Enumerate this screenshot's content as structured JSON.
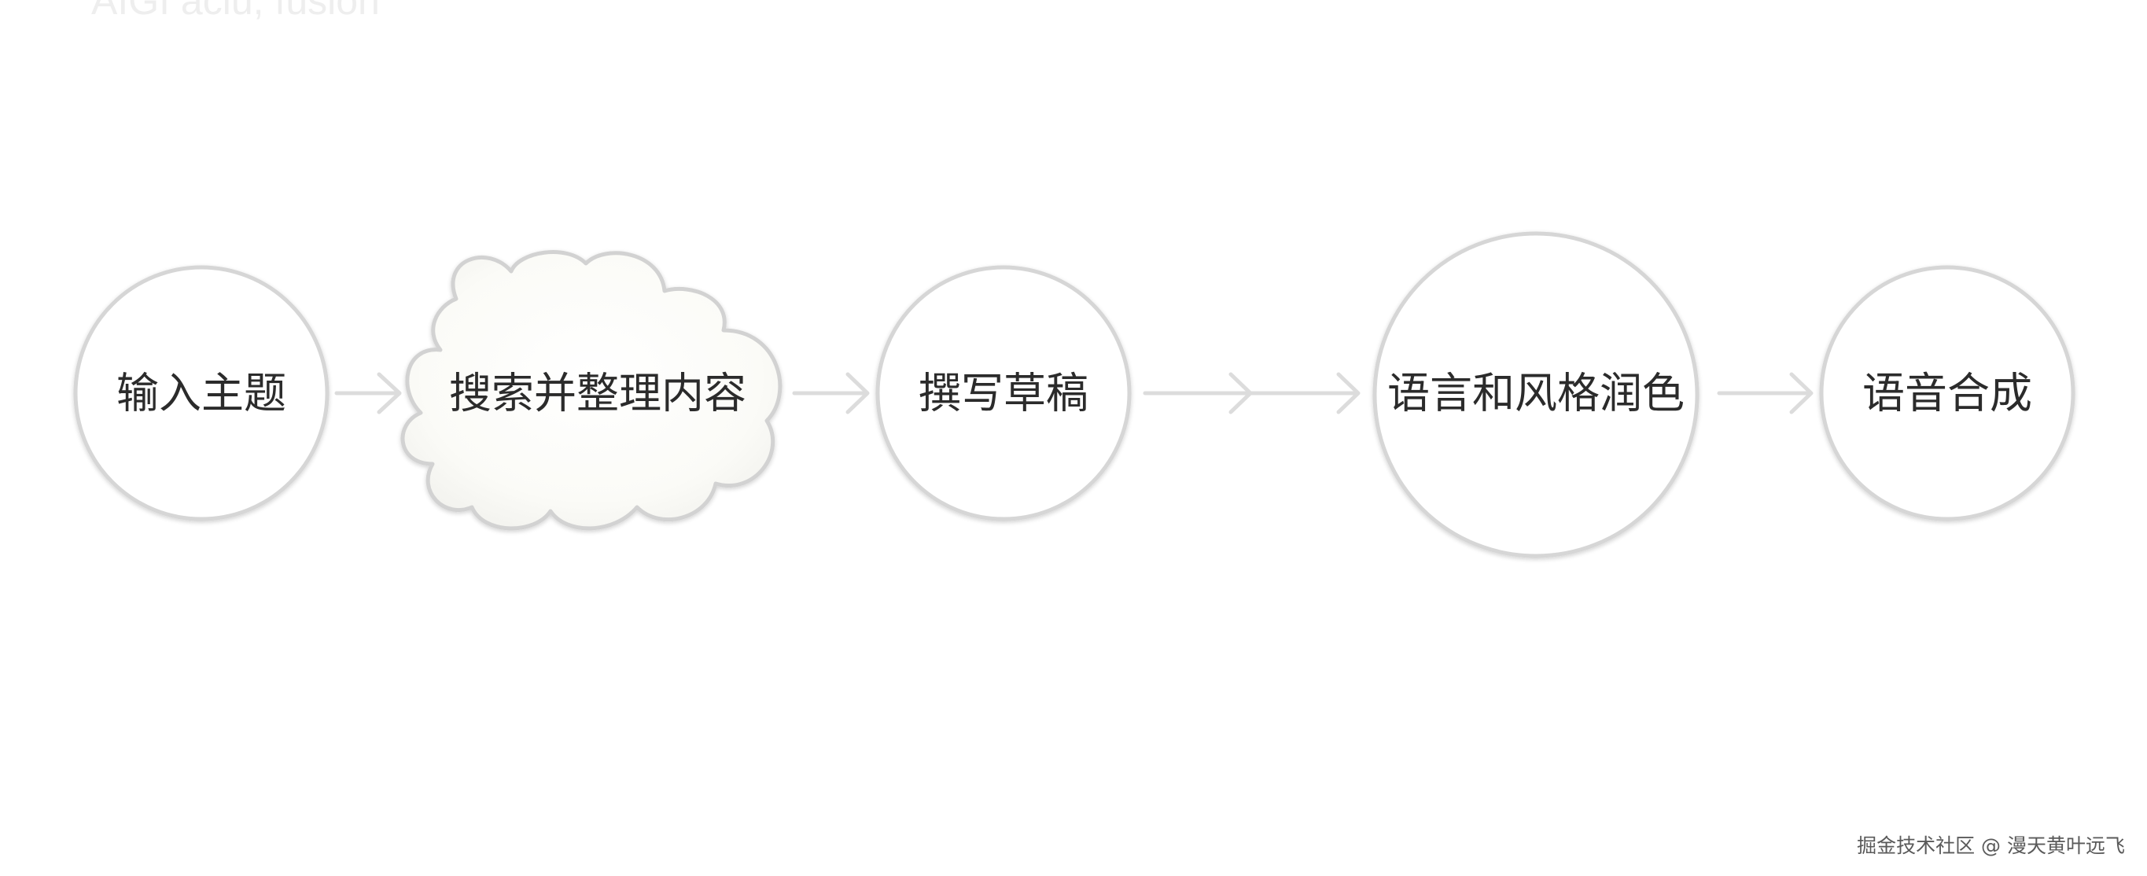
{
  "header": {
    "faded_text": "AIGI aciu, fusion"
  },
  "diagram": {
    "nodes": [
      {
        "id": "n1",
        "label": "输入主题",
        "shape": "circle"
      },
      {
        "id": "n2",
        "label": "搜索并整理内容",
        "shape": "cloud"
      },
      {
        "id": "n3",
        "label": "撰写草稿",
        "shape": "circle"
      },
      {
        "id": "n4",
        "label": "语言和风格润色",
        "shape": "circle"
      },
      {
        "id": "n5",
        "label": "语音合成",
        "shape": "circle"
      }
    ],
    "edges": [
      {
        "from": "n1",
        "to": "n2"
      },
      {
        "from": "n2",
        "to": "n3"
      },
      {
        "from": "n3",
        "to": "n4"
      },
      {
        "from": "n4",
        "to": "n5"
      }
    ]
  },
  "footer": {
    "watermark": "掘金技术社区 @ 漫天黄叶远飞"
  },
  "colors": {
    "stroke": "#d6d6d6",
    "arrow": "#dcdcdc",
    "text": "#2b2b2b",
    "background": "#ffffff"
  }
}
